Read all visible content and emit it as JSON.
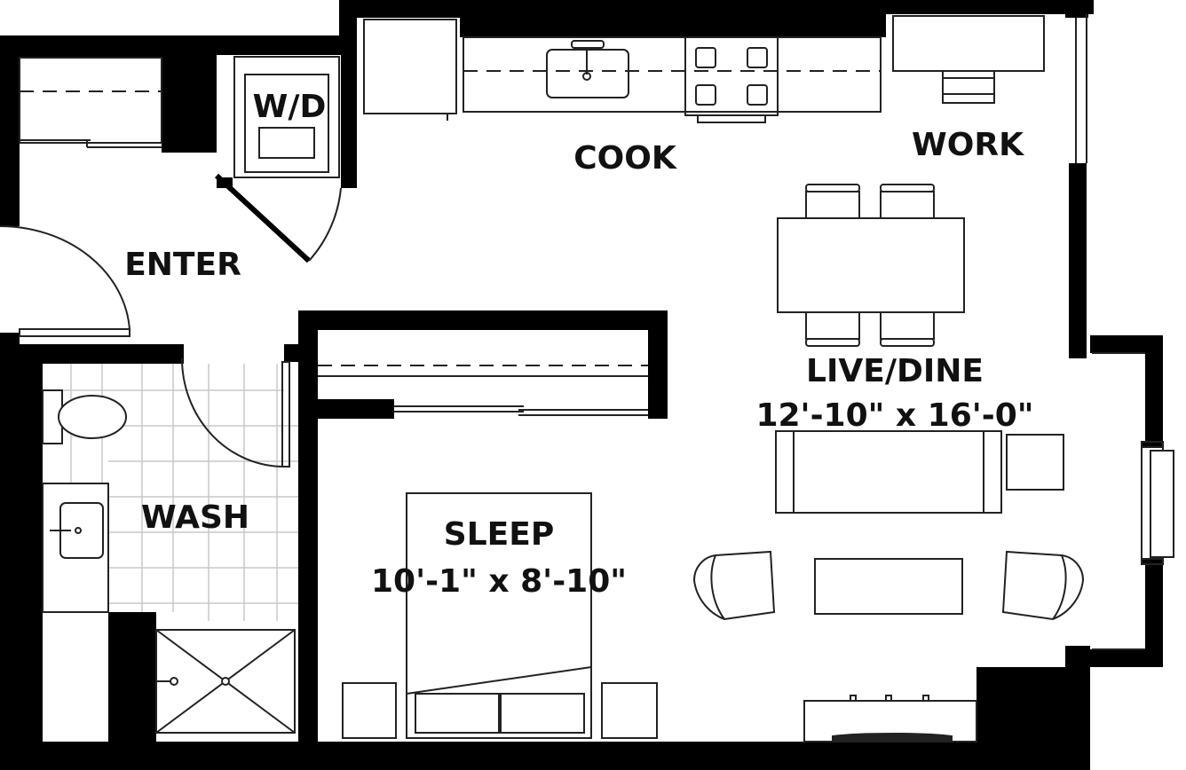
{
  "labels": {
    "cook": "COOK",
    "work": "WORK",
    "enter": "ENTER",
    "wd": "W/D",
    "wash": "WASH",
    "live_dine": "LIVE/DINE",
    "live_dine_dims": "12'-10\" x 16'-0\"",
    "sleep": "SLEEP",
    "sleep_dims": "10'-1\" x 8'-10\""
  },
  "colors": {
    "wall": "#000000",
    "line": "#222222",
    "tile": "#c8c8c8",
    "background": "#ffffff"
  }
}
